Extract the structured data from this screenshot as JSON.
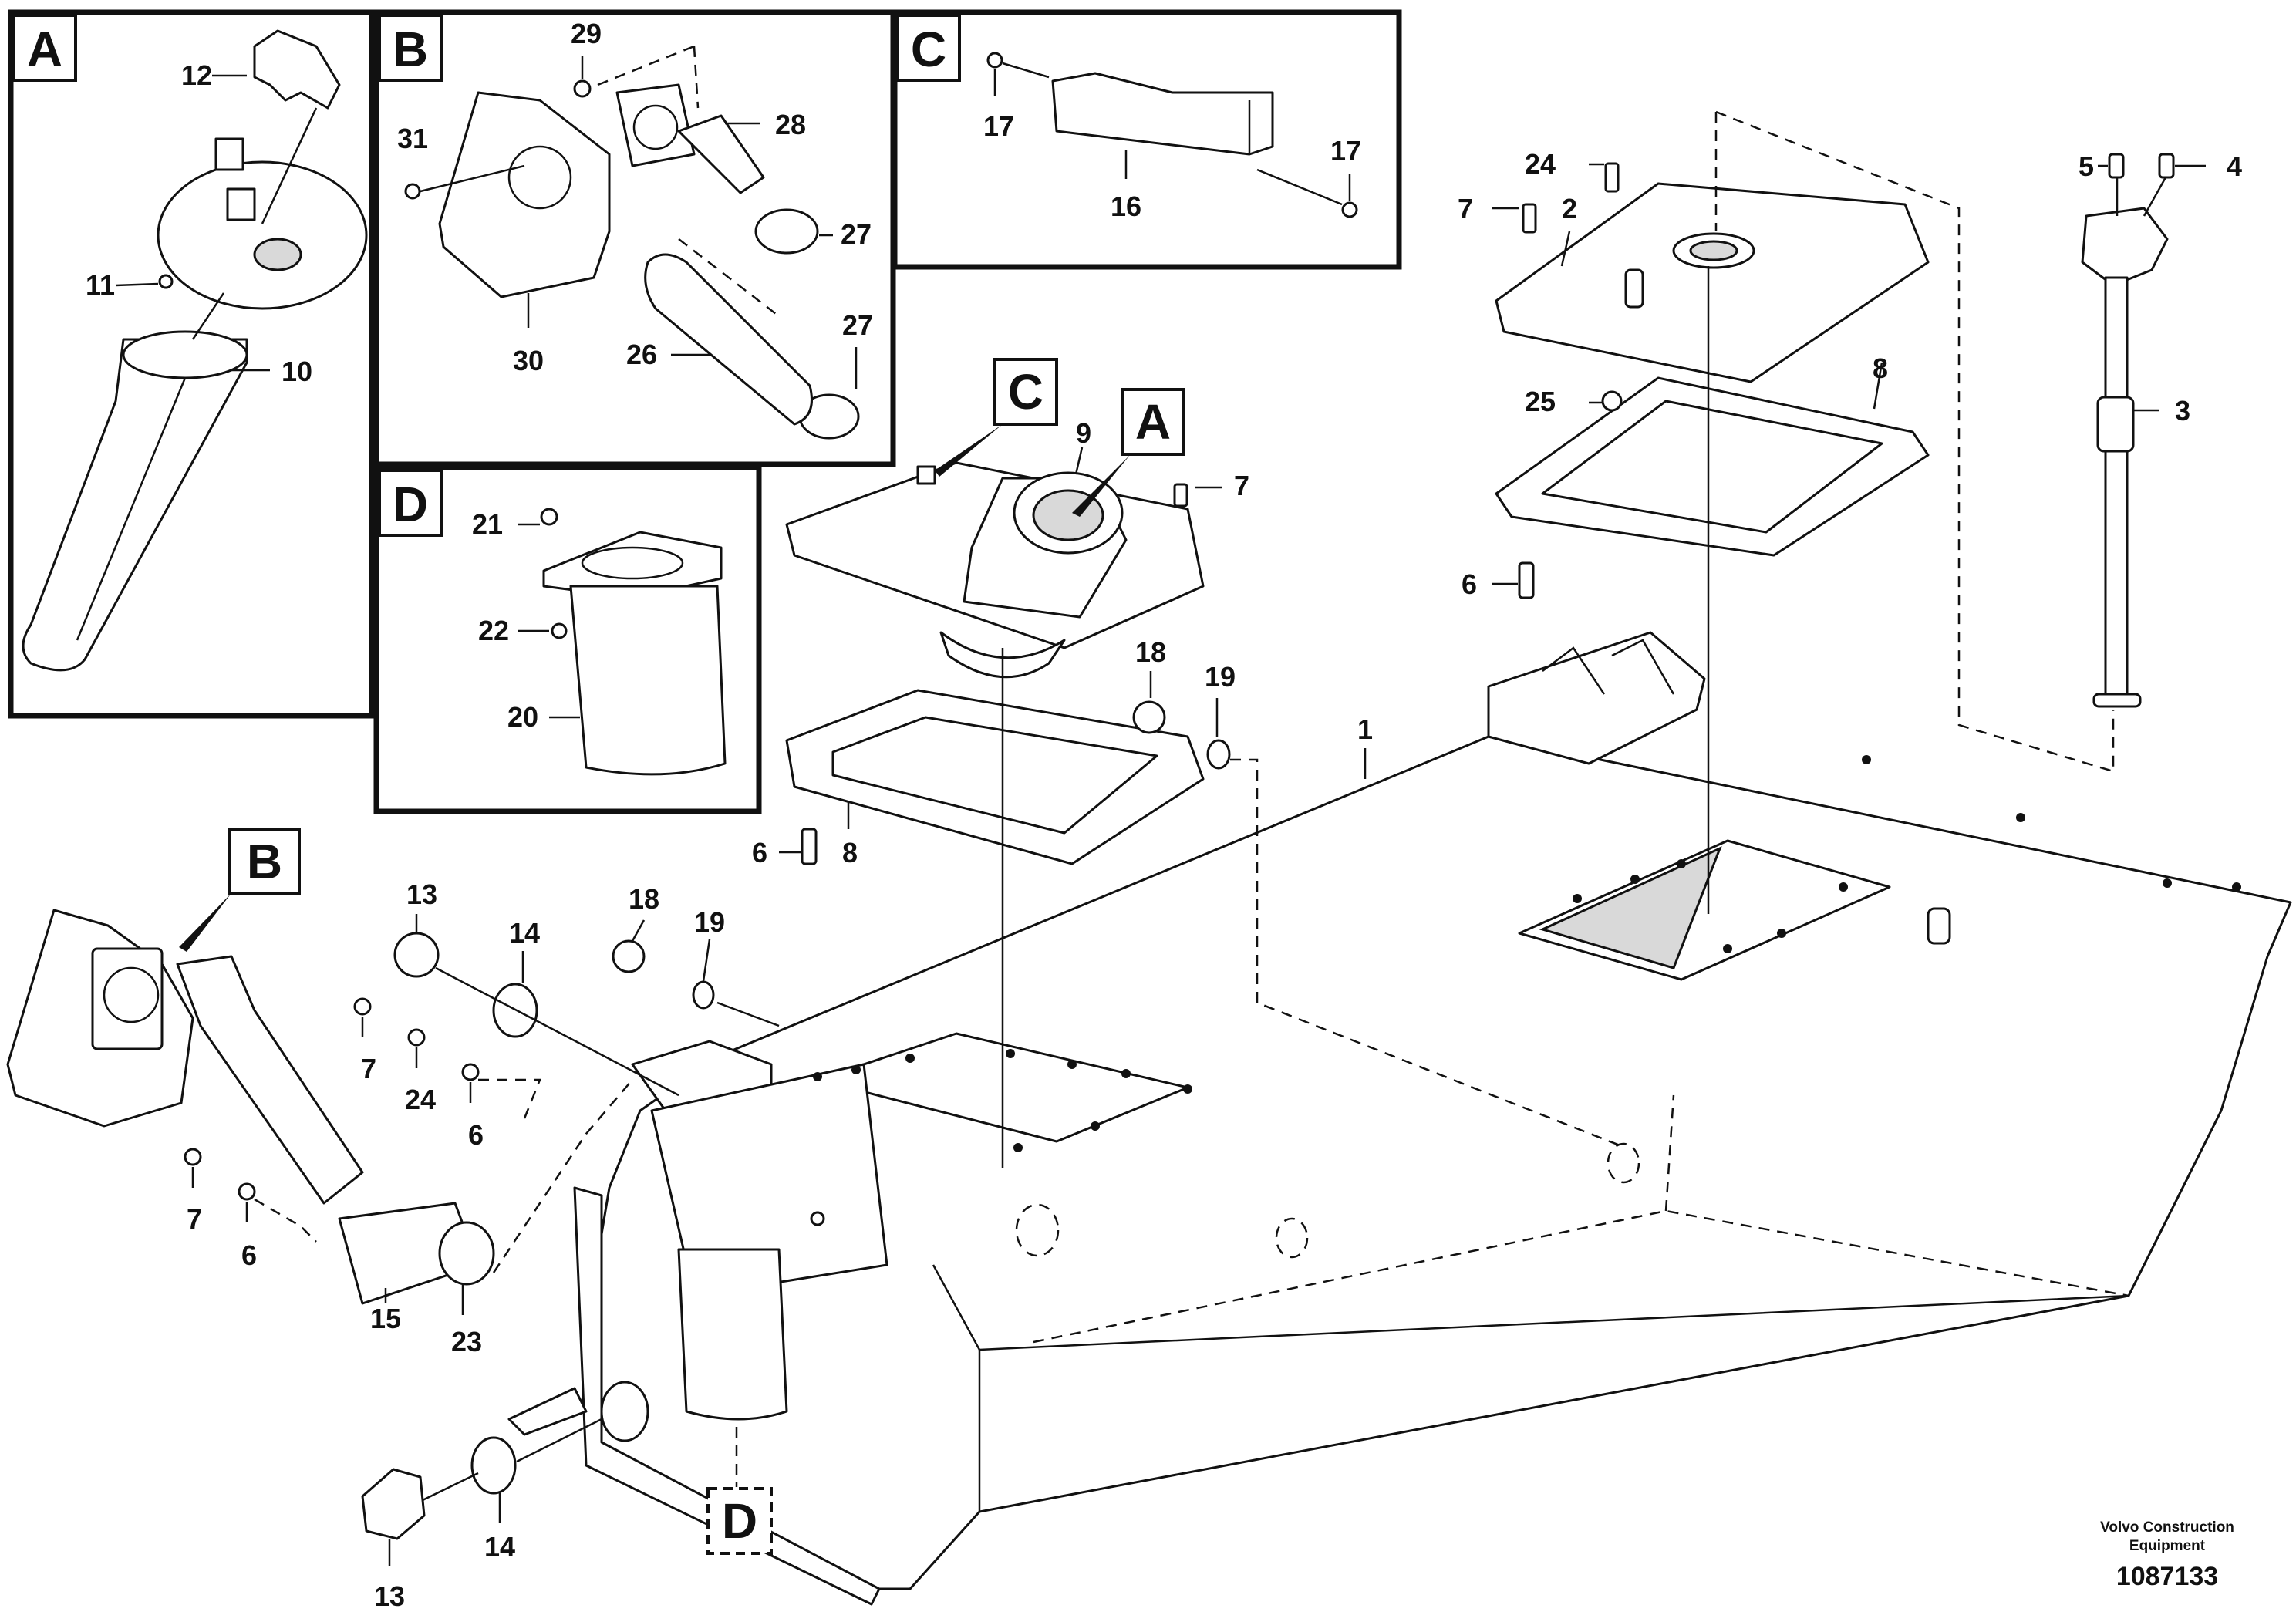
{
  "diagram": {
    "panels": [
      {
        "id": "A",
        "label": "A"
      },
      {
        "id": "B",
        "label": "B"
      },
      {
        "id": "C",
        "label": "C"
      },
      {
        "id": "D",
        "label": "D"
      }
    ],
    "markers": {
      "A": "A",
      "B": "B",
      "C": "C",
      "D": "D"
    },
    "callouts": {
      "p12": "12",
      "p11": "11",
      "p10": "10",
      "p29": "29",
      "p28": "28",
      "p31": "31",
      "p27a": "27",
      "p27b": "27",
      "p30": "30",
      "p26": "26",
      "p17a": "17",
      "p17b": "17",
      "p16": "16",
      "p21": "21",
      "p22": "22",
      "p20": "20",
      "p9": "9",
      "p7c": "7",
      "p18a": "18",
      "p19a": "19",
      "p6a": "6",
      "p8a": "8",
      "p24a": "24",
      "p7a": "7",
      "p2": "2",
      "p25": "25",
      "p8b": "8",
      "p6b": "6",
      "p5": "5",
      "p4": "4",
      "p3": "3",
      "p1": "1",
      "p13a": "13",
      "p14a": "14",
      "p18b": "18",
      "p19b": "19",
      "p7b": "7",
      "p24b": "24",
      "p6c": "6",
      "p7d": "7",
      "p6d": "6",
      "p15": "15",
      "p23": "23",
      "p14b": "14",
      "p13b": "13"
    }
  },
  "footer": {
    "line1": "Volvo Construction",
    "line2": "Equipment",
    "number": "1087133"
  }
}
